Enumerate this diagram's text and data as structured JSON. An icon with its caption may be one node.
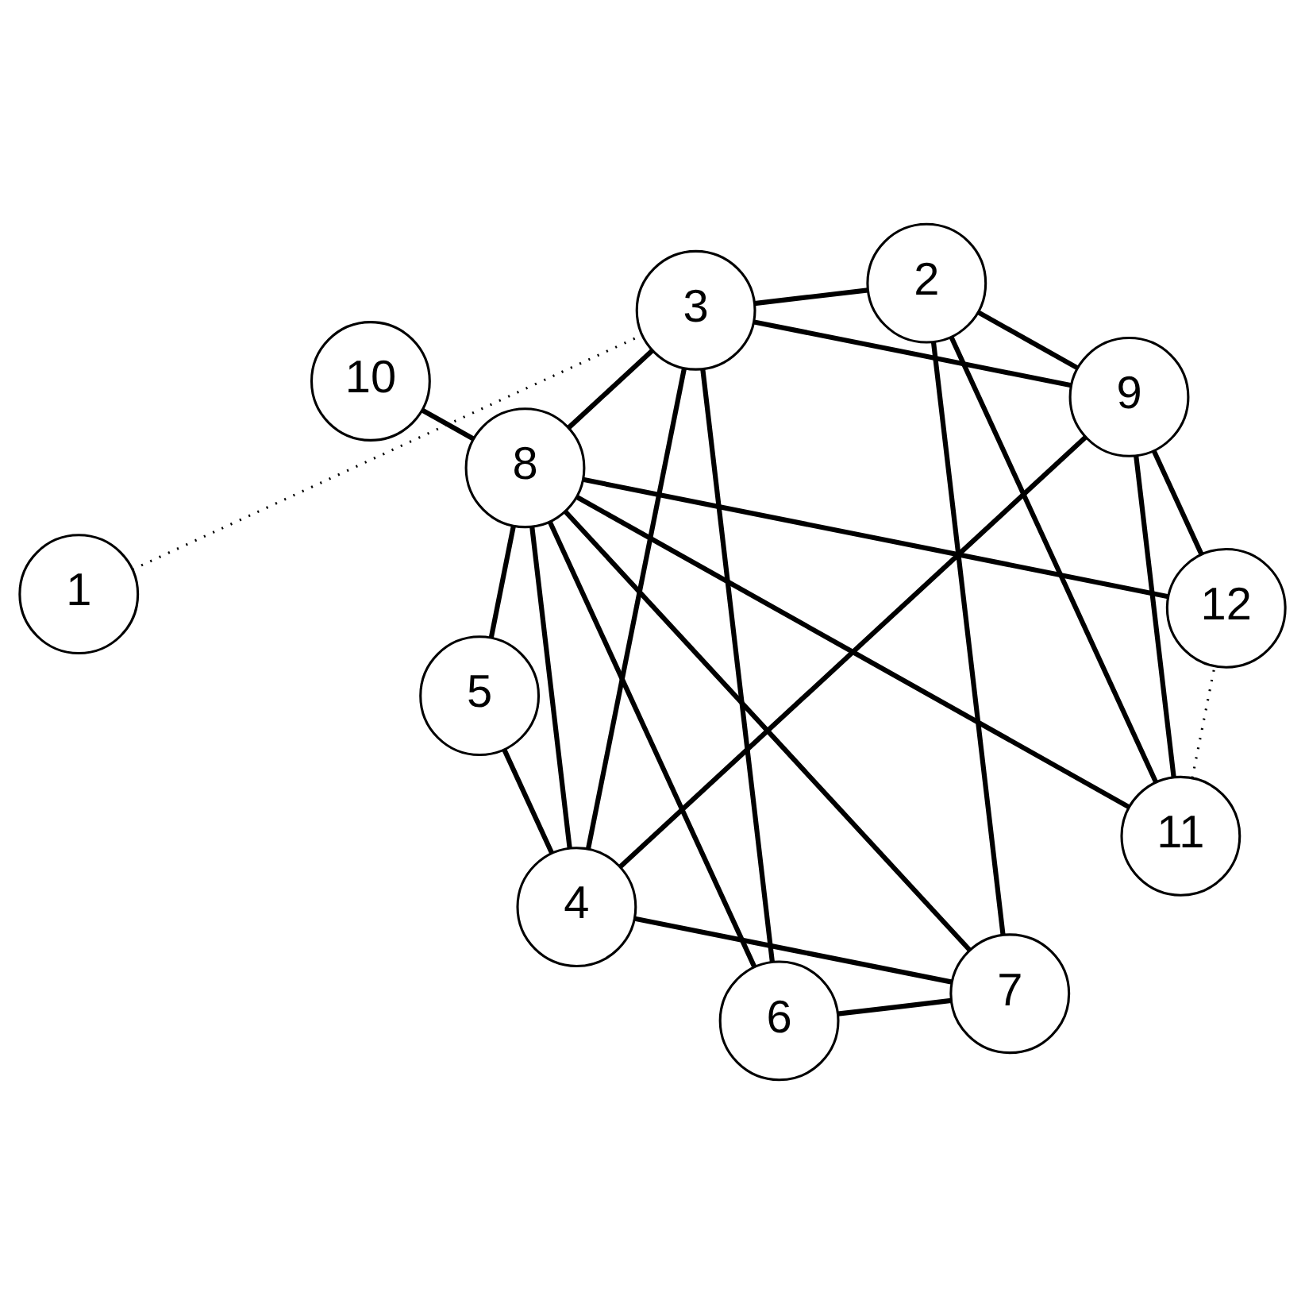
{
  "diagram": {
    "nodes": [
      {
        "text": [
          "1"
        ]
      },
      {
        "text": [
          "2"
        ]
      },
      {
        "text": [
          "3"
        ]
      },
      {
        "text": [
          "4"
        ]
      },
      {
        "text": [
          "5"
        ]
      },
      {
        "text": [
          "6"
        ]
      },
      {
        "text": [
          "7"
        ]
      },
      {
        "text": [
          "8"
        ]
      },
      {
        "text": [
          "9"
        ]
      },
      {
        "text": [
          "10"
        ]
      },
      {
        "text": [
          "11"
        ]
      },
      {
        "text": [
          "12"
        ]
      }
    ],
    "edges": [
      {
        "from": 0,
        "to": 2,
        "arrow": "none",
        "style": "dashed"
      },
      {
        "from": 10,
        "to": 11,
        "arrow": "none",
        "style": "dashed"
      },
      {
        "from": 10,
        "to": 1,
        "arrow": "none"
      },
      {
        "from": 1,
        "to": 2,
        "arrow": "none"
      },
      {
        "from": 2,
        "to": 3,
        "arrow": "none"
      },
      {
        "from": 3,
        "to": 4,
        "arrow": "none"
      },
      {
        "from": 4,
        "to": 7,
        "arrow": "none"
      },
      {
        "from": 5,
        "to": 7,
        "arrow": "none"
      },
      {
        "from": 5,
        "to": 2,
        "arrow": "none"
      },
      {
        "from": 6,
        "to": 7,
        "arrow": "none"
      },
      {
        "from": 6,
        "to": 5,
        "arrow": "none"
      },
      {
        "from": 6,
        "to": 1,
        "arrow": "none"
      },
      {
        "from": 6,
        "to": 3,
        "arrow": "none"
      },
      {
        "from": 7,
        "to": 3,
        "arrow": "none"
      },
      {
        "from": 7,
        "to": 2,
        "arrow": "none"
      },
      {
        "from": 7,
        "to": 10,
        "arrow": "none"
      },
      {
        "from": 7,
        "to": 11,
        "arrow": "none"
      },
      {
        "from": 7,
        "to": 9,
        "arrow": "none"
      },
      {
        "from": 8,
        "to": 1,
        "arrow": "none"
      },
      {
        "from": 8,
        "to": 2,
        "arrow": "none"
      },
      {
        "from": 8,
        "to": 3,
        "arrow": "none"
      },
      {
        "from": 8,
        "to": 10,
        "arrow": "none"
      },
      {
        "from": 8,
        "to": 11,
        "arrow": "none"
      }
    ]
  }
}
